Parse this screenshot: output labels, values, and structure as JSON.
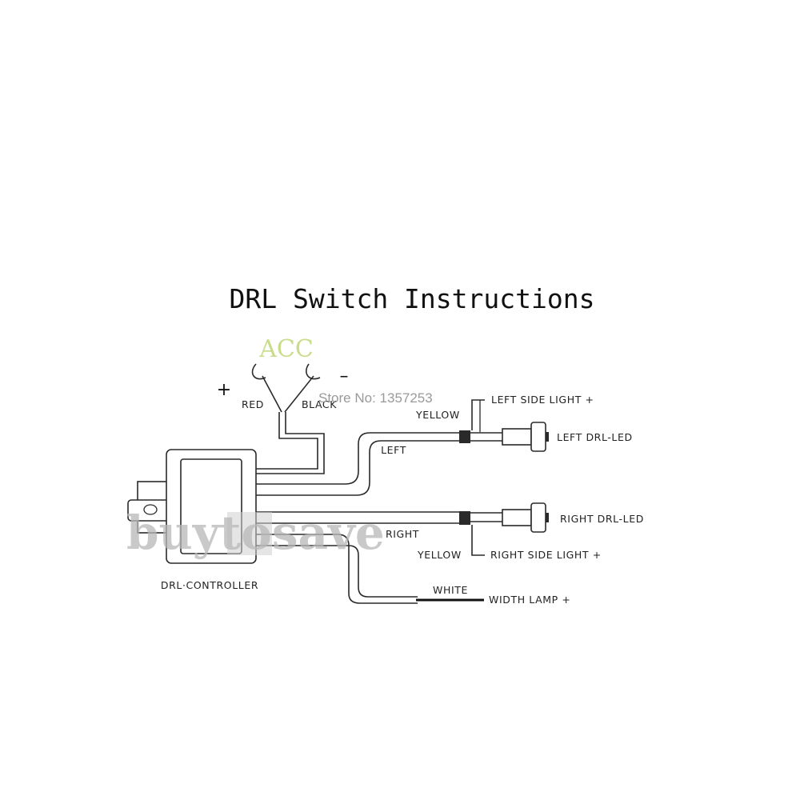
{
  "title": "DRL Switch Instructions",
  "acc_label": "ACC",
  "plus_sign": "+",
  "minus_sign": "–",
  "wires": {
    "red": "RED",
    "black": "BLACK",
    "yellow_top": "YELLOW",
    "left": "LEFT",
    "right": "RIGHT",
    "yellow_bottom": "YELLOW",
    "white": "WHITE"
  },
  "outputs": {
    "left_side_light": "LEFT SIDE LIGHT +",
    "left_drl_led": "LEFT DRL-LED",
    "right_drl_led": "RIGHT DRL-LED",
    "right_side_light": "RIGHT SIDE LIGHT +",
    "width_lamp": "WIDTH LAMP +"
  },
  "controller_label": "DRL·CONTROLLER",
  "watermarks": {
    "store": "Store No: 1357253",
    "brand": "buytosave"
  },
  "colors": {
    "acc": "#c9dc8a",
    "line": "#2a2a2a",
    "watermark": "#b8b8b8"
  }
}
